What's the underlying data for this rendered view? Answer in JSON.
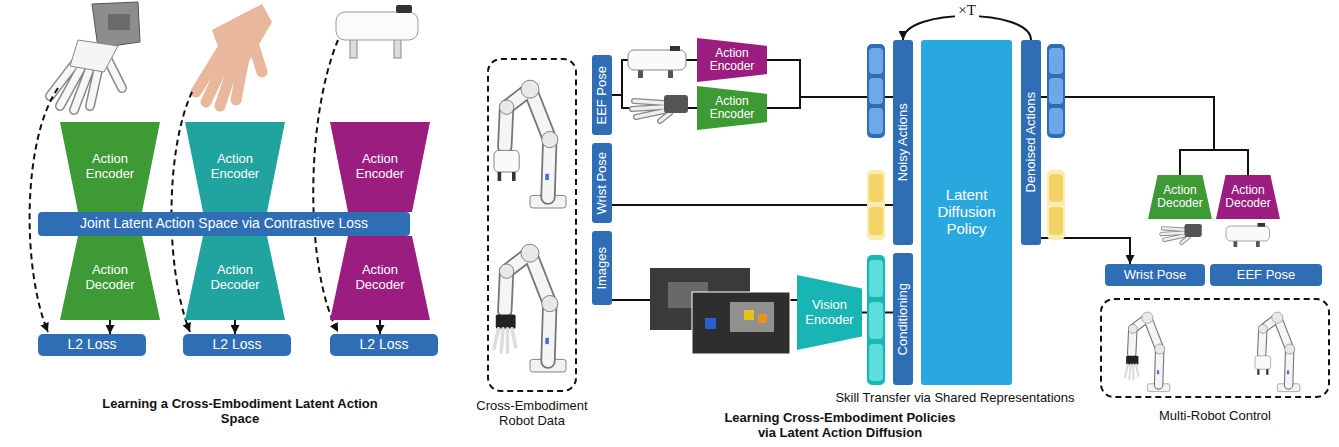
{
  "diagram": {
    "nodes": [
      {
        "text": [
          "Action Encoder"
        ]
      },
      {
        "text": [
          "Action Encoder"
        ]
      },
      {
        "text": [
          "Action Encoder"
        ]
      },
      {
        "text": [
          "Joint Latent Action Space via Contrastive Loss"
        ]
      },
      {
        "text": [
          "Action Decoder"
        ]
      },
      {
        "text": [
          "Action Decoder"
        ]
      },
      {
        "text": [
          "Action Decoder"
        ]
      },
      {
        "text": [
          "L2 Loss"
        ]
      },
      {
        "text": [
          "L2 Loss"
        ]
      },
      {
        "text": [
          "L2 Loss"
        ]
      },
      {
        "text": [
          "Cross-Embodiment Robot Data"
        ]
      },
      {
        "text": [
          "EEF Pose"
        ]
      },
      {
        "text": [
          "Wrist Pose"
        ]
      },
      {
        "text": [
          "Images"
        ]
      },
      {
        "text": [
          "Action Encoder"
        ]
      },
      {
        "text": [
          "Action Encoder"
        ]
      },
      {
        "text": [
          "Vision Encoder"
        ]
      },
      {
        "text": [
          "Noisy Actions"
        ]
      },
      {
        "text": [
          "Conditioning"
        ]
      },
      {
        "text": [
          "Latent Diffusion Policy"
        ]
      },
      {
        "text": [
          "Denoised Actions"
        ]
      },
      {
        "text": [
          "Action Decoder"
        ]
      },
      {
        "text": [
          "Action Decoder"
        ]
      },
      {
        "text": [
          "Wrist Pose"
        ]
      },
      {
        "text": [
          "EEF Pose"
        ]
      },
      {
        "text": [
          "Multi-Robot Control"
        ]
      }
    ],
    "edges": [
      {
        "from": 4,
        "to": 7,
        "arrow": "to"
      },
      {
        "from": 5,
        "to": 8,
        "arrow": "to"
      },
      {
        "from": 6,
        "to": 9,
        "arrow": "to"
      },
      {
        "from": 11,
        "to": 14,
        "arrow": "none"
      },
      {
        "from": 11,
        "to": 15,
        "arrow": "none"
      },
      {
        "from": 14,
        "to": 17,
        "arrow": "none"
      },
      {
        "from": 15,
        "to": 17,
        "arrow": "none"
      },
      {
        "from": 12,
        "to": 17,
        "arrow": "none"
      },
      {
        "from": 13,
        "to": 16,
        "arrow": "none"
      },
      {
        "from": 16,
        "to": 18,
        "arrow": "none"
      },
      {
        "from": 20,
        "to": 17,
        "arrow": "to",
        "label": "×T"
      },
      {
        "from": 20,
        "to": 21,
        "arrow": "none"
      },
      {
        "from": 20,
        "to": 22,
        "arrow": "none"
      },
      {
        "from": 20,
        "to": 23,
        "arrow": "to"
      }
    ],
    "labels": [
      "Learning a Cross-Embodiment Latent Action Space",
      "Skill Transfer via Shared Representations",
      "Learning Cross-Embodiment Policies via Latent Action Diffusion"
    ]
  }
}
